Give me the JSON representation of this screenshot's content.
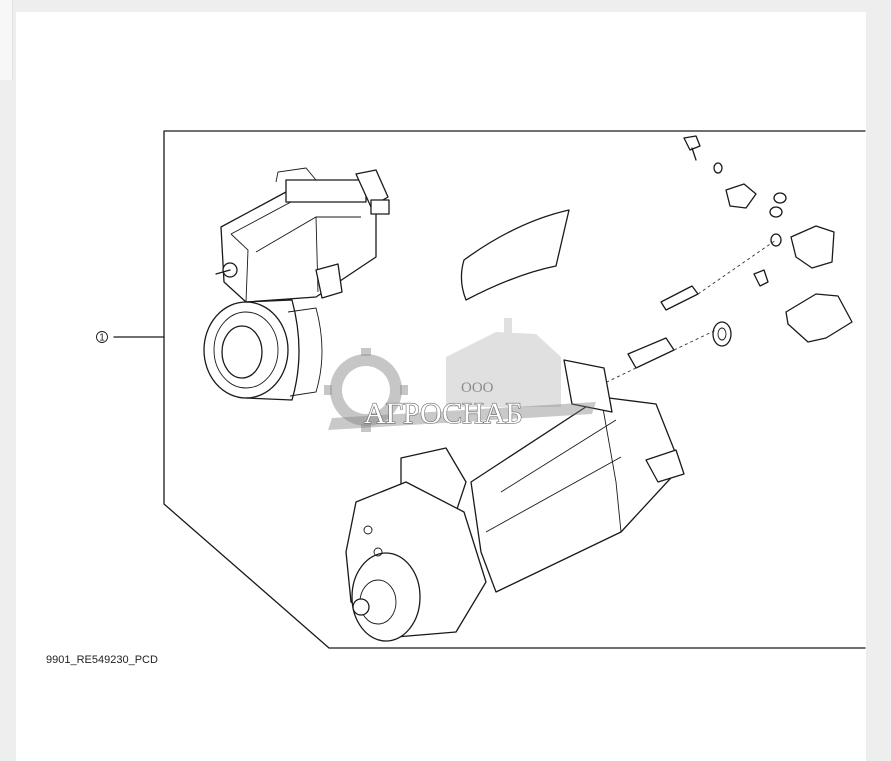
{
  "diagram": {
    "callout_number": "1",
    "part_code": "9901_RE549230_PCD"
  },
  "watermark": {
    "company_form": "ООО",
    "company_name": "АГРОСНАБ"
  },
  "icons": [
    "gear-logo-icon",
    "tractor-logo-icon"
  ]
}
